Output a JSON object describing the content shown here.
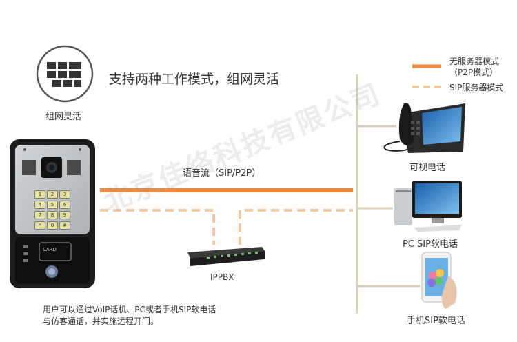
{
  "title": "支持两种工作模式，组网灵活",
  "icon_label": "组网灵活",
  "legend": {
    "solid_label": "无服务器模式",
    "solid_sub": "（P2P模式）",
    "dashed_label": "SIP服务器模式",
    "solid_color": "#f0893a",
    "dashed_color": "#f5c9a0"
  },
  "voice_stream": "语音流（SIP/P2P）",
  "ippbx": "IPPBX",
  "devices": {
    "video_phone": "可视电话",
    "pc": "PC SIP软电话",
    "mobile": "手机SIP软电话"
  },
  "description": {
    "line1": "用户可以通过VoIP话机、PC或者手机SIP软电话",
    "line2": "与仿客通话，并实施远程开门。"
  },
  "watermark": "北京佳络科技有限公司",
  "intercom": {
    "keypad_keys": [
      "1",
      "2",
      "3",
      "4",
      "5",
      "6",
      "7",
      "8",
      "9",
      "*",
      "0",
      "#"
    ],
    "card_text": "CARD"
  },
  "bus_color": "#d8d2b8"
}
